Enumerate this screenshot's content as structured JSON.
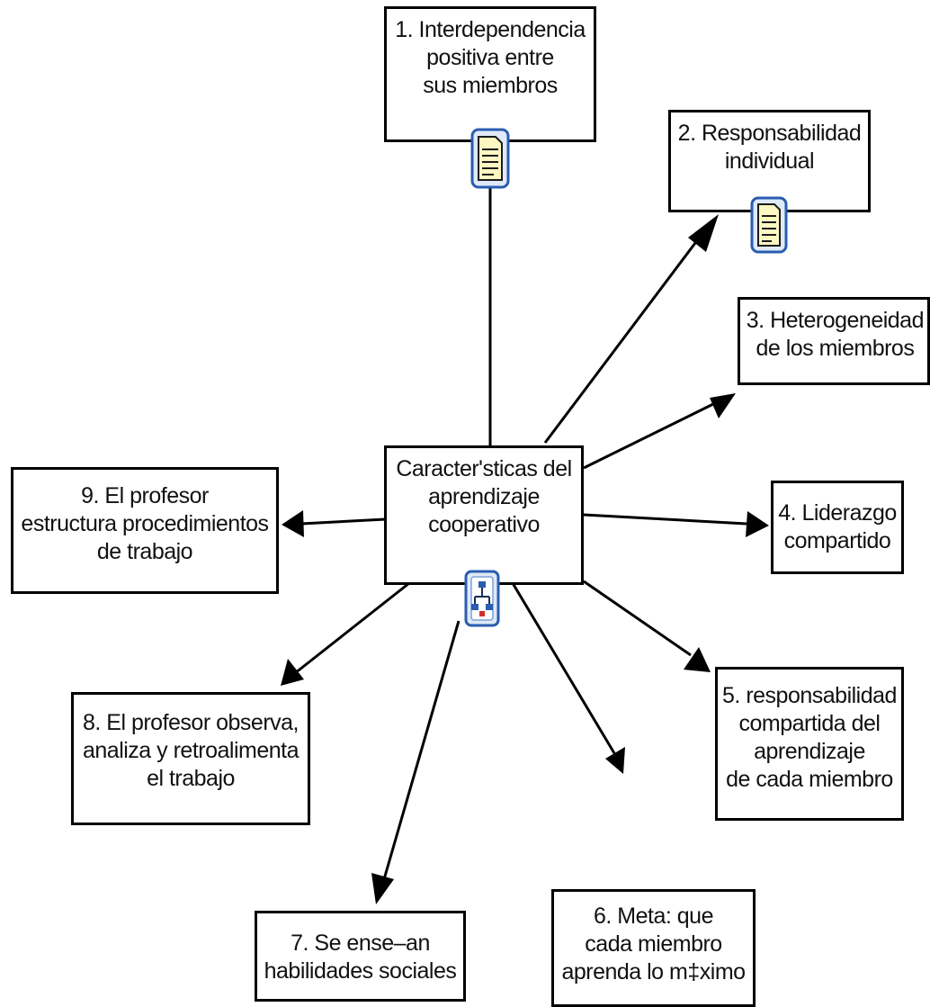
{
  "concept_map": {
    "central": {
      "label": "Caracter'sticas del\naprendizaje\ncooperativo",
      "icon": "hierarchy-icon"
    },
    "nodes": [
      {
        "label": "1. Interdependencia\npositiva entre\nsus miembros",
        "icon": "document-icon"
      },
      {
        "label": "2. Responsabilidad\nindividual",
        "icon": "document-icon"
      },
      {
        "label": "3. Heterogeneidad\nde los miembros"
      },
      {
        "label": "4. Liderazgo\ncompartido"
      },
      {
        "label": "5. responsabilidad\ncompartida del\naprendizaje\nde cada miembro"
      },
      {
        "label": "6. Meta: que\ncada miembro\naprenda lo m‡ximo"
      },
      {
        "label": "7. Se ense–an\nhabilidades sociales"
      },
      {
        "label": "8. El profesor observa,\nanaliza y retroalimenta\nel trabajo"
      },
      {
        "label": "9. El profesor\nestructura procedimientos\nde trabajo"
      }
    ]
  }
}
